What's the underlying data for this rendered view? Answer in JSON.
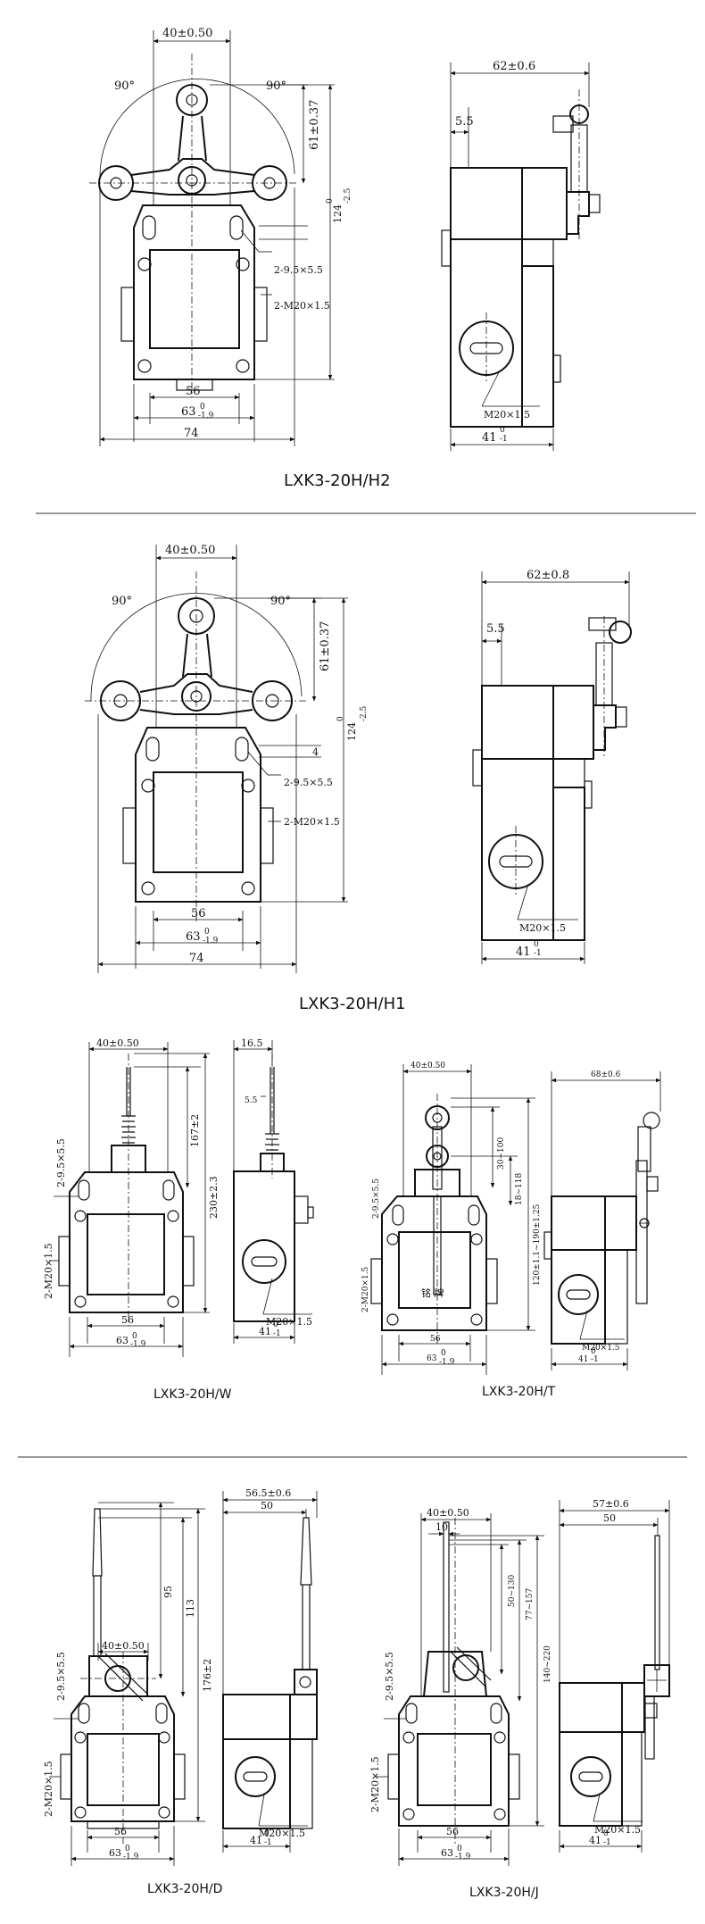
{
  "colors": {
    "ink": "#111111",
    "background": "#ffffff"
  },
  "section_h2": {
    "caption": "LXK3-20H/H2",
    "front": {
      "width_40": "40±0.50",
      "angle_left": "90°",
      "angle_right": "90°",
      "h_61": "61±0.37",
      "h_124": "124",
      "h_124_tol_upper": "0",
      "h_124_tol_lower": "-2.5",
      "holes": "2-9.5×5.5",
      "threads": "2-M20×1.5",
      "w_56": "56",
      "w_63": "63",
      "w_63_tol_upper": "0",
      "w_63_tol_lower": "-1.9",
      "w_74": "74"
    },
    "side": {
      "w_62": "62±0.6",
      "w_55": "5.5",
      "thread": "M20×1.5",
      "w_41": "41",
      "w_41_tol_upper": "0",
      "w_41_tol_lower": "-1"
    }
  },
  "section_h1": {
    "caption": "LXK3-20H/H1",
    "front": {
      "width_40": "40±0.50",
      "angle_left": "90°",
      "angle_right": "90°",
      "h_61": "61±0.37",
      "h_124": "124",
      "h_124_tol_upper": "0",
      "h_124_tol_lower": "-2.5",
      "gap_4": "4",
      "holes": "2-9.5×5.5",
      "threads": "2-M20×1.5",
      "w_56": "56",
      "w_63": "63",
      "w_63_tol_upper": "0",
      "w_63_tol_lower": "-1.9",
      "w_74": "74"
    },
    "side": {
      "w_62": "62±0.8",
      "w_55": "5.5",
      "thread": "M20×1.5",
      "w_41": "41",
      "w_41_tol_upper": "0",
      "w_41_tol_lower": "-1"
    }
  },
  "section_w": {
    "caption": "LXK3-20H/W",
    "front": {
      "width_40": "40±0.50",
      "holes": "2-9.5×5.5",
      "threads": "2-M20×1.5",
      "h_167": "167±2",
      "h_230": "230±2.3",
      "w_56": "56",
      "w_63": "63",
      "w_63_tol_upper": "0",
      "w_63_tol_lower": "-1.9"
    },
    "side": {
      "w_165": "16.5",
      "w_55": "5.5",
      "thread": "M20×1.5",
      "w_41": "41",
      "w_41_tol_upper": "0",
      "w_41_tol_lower": "-1"
    }
  },
  "section_t": {
    "caption": "LXK3-20H/T",
    "front": {
      "width_40": "40±0.50",
      "holes": "2-9.5×5.5",
      "threads": "2-M20×1.5",
      "r_30": "30~100",
      "r_18": "18~118",
      "r_120": "120±1.1~190±1.25",
      "plate": "铭  牌",
      "w_56": "56",
      "w_63": "63",
      "w_63_tol_upper": "0",
      "w_63_tol_lower": "-1.9"
    },
    "side": {
      "w_68": "68±0.6",
      "thread": "M20×1.5",
      "w_41": "41",
      "w_41_tol_upper": "0",
      "w_41_tol_lower": "-1"
    }
  },
  "section_d": {
    "caption": "LXK3-20H/D",
    "front": {
      "width_40": "40±0.50",
      "holes": "2-9.5×5.5",
      "threads": "2-M20×1.5",
      "h_95": "95",
      "h_113": "113",
      "h_176": "176±2",
      "w_56": "56",
      "w_63": "63",
      "w_63_tol_upper": "0",
      "w_63_tol_lower": "-1.9"
    },
    "side": {
      "w_565": "56.5±0.6",
      "w_50": "50",
      "thread": "M20×1.5",
      "w_41": "41",
      "w_41_tol_upper": "0",
      "w_41_tol_lower": "-1"
    }
  },
  "section_j": {
    "caption": "LXK3-20H/J",
    "front": {
      "width_40": "40±0.50",
      "w_10": "10",
      "holes": "2-9.5×5.5",
      "threads": "2-M20×1.5",
      "r_50": "50~130",
      "r_77": "77~157",
      "r_140": "140~220",
      "w_56": "56",
      "w_63": "63",
      "w_63_tol_upper": "0",
      "w_63_tol_lower": "-1.9"
    },
    "side": {
      "w_57": "57±0.6",
      "w_50": "50",
      "thread": "M20×1.5",
      "w_41": "41",
      "w_41_tol_upper": "0",
      "w_41_tol_lower": "-1"
    }
  }
}
